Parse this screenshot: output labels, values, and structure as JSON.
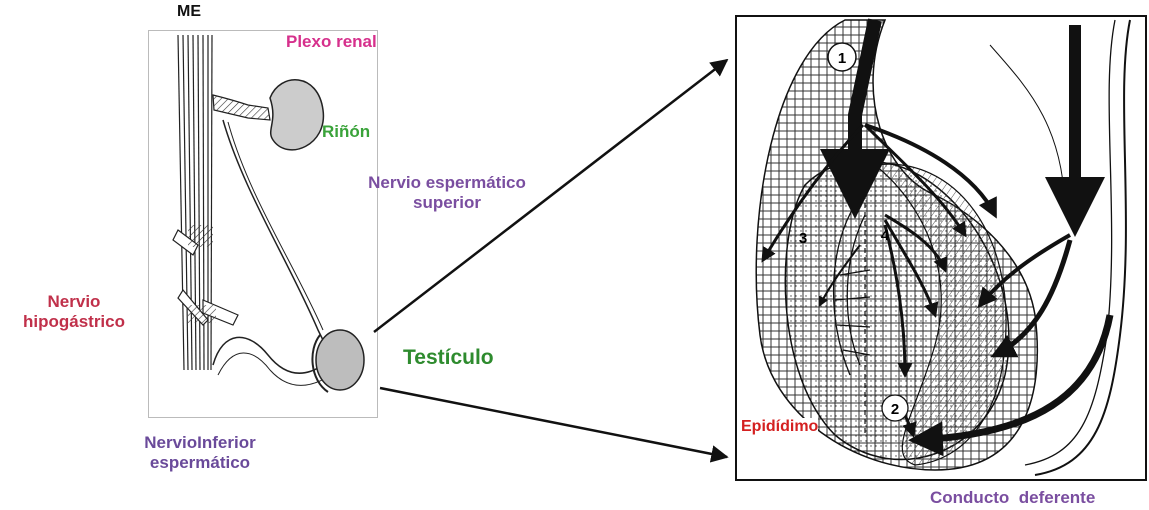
{
  "labels": {
    "me": "ME",
    "plexo_renal": "Plexo renal",
    "rinon": "Riñón",
    "nervio_espermatico_superior": [
      "Nervio espermático",
      "superior"
    ],
    "nervio_hipogastrico": [
      "Nervio",
      "hipogástrico"
    ],
    "testiculo": "Testículo",
    "nervio_inferior_espermatico": [
      "NervioInferior",
      "espermático"
    ],
    "epididimo": "Epidídimo",
    "conducto_deferente": "Conducto  deferente"
  },
  "markers": {
    "m1": "1",
    "m2": "2",
    "m3": "3",
    "m4": "4"
  },
  "colors": {
    "plexo_renal": "#d6308c",
    "rinon": "#3aa33a",
    "testiculo": "#2e8b2e",
    "nervio_superior": "#7a4ea0",
    "nervio_hipogastrico": "#c0304a",
    "nervio_inferior": "#6a4a9a",
    "epididimo": "#d42020",
    "conducto": "#7a4ea0",
    "me": "#111111"
  }
}
